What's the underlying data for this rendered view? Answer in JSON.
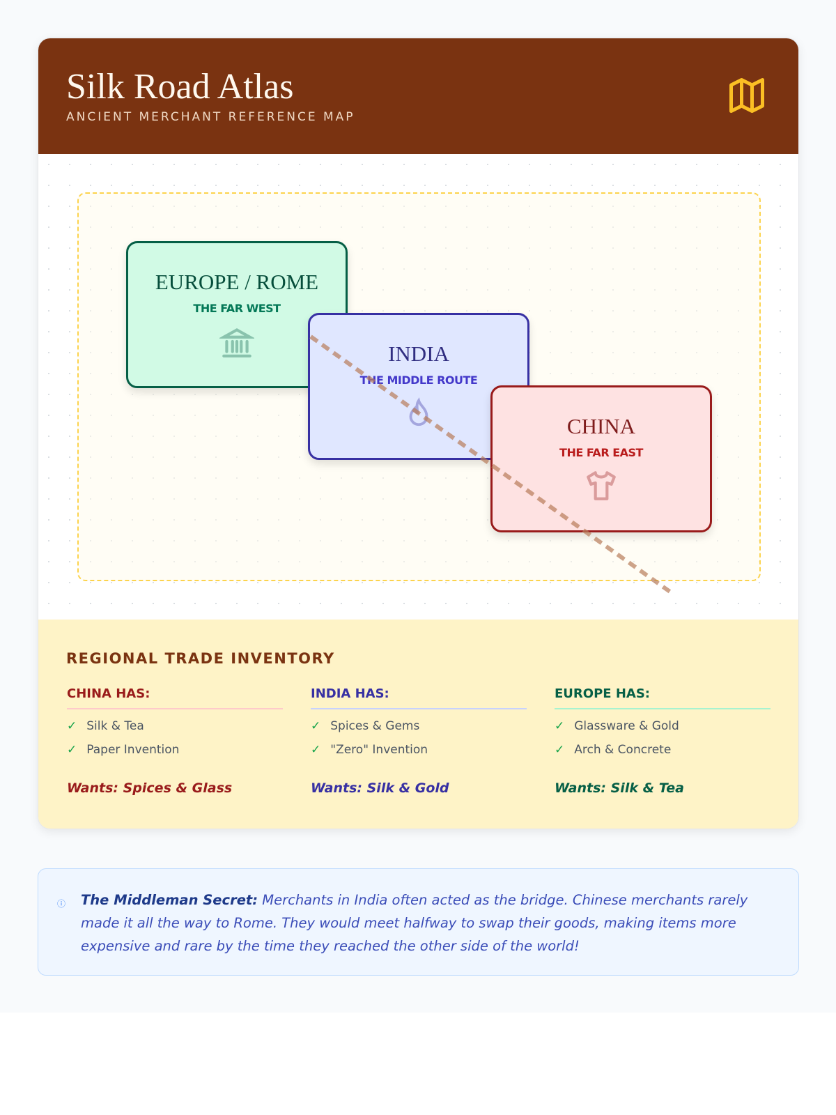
{
  "header": {
    "title": "Silk Road Atlas",
    "subtitle": "ANCIENT MERCHANT REFERENCE MAP",
    "icon": "map-icon"
  },
  "regions": [
    {
      "name": "EUROPE / ROME",
      "sub": "THE FAR WEST",
      "icon": "landmark-icon",
      "color": "#065f46",
      "bg": "#d1fae5"
    },
    {
      "name": "INDIA",
      "sub": "THE MIDDLE ROUTE",
      "icon": "flame-icon",
      "color": "#3730a3",
      "bg": "#e0e7ff"
    },
    {
      "name": "CHINA",
      "sub": "THE FAR EAST",
      "icon": "shirt-icon",
      "color": "#991b1b",
      "bg": "#fee2e2"
    }
  ],
  "inventory": {
    "title": "REGIONAL TRADE INVENTORY",
    "columns": [
      {
        "heading": "CHINA HAS:",
        "items": [
          "Silk & Tea",
          "Paper Invention"
        ],
        "wants": "Wants: Spices & Glass"
      },
      {
        "heading": "INDIA HAS:",
        "items": [
          "Spices & Gems",
          "\"Zero\" Invention"
        ],
        "wants": "Wants: Silk & Gold"
      },
      {
        "heading": "EUROPE HAS:",
        "items": [
          "Glassware & Gold",
          "Arch & Concrete"
        ],
        "wants": "Wants: Silk & Tea"
      }
    ]
  },
  "note": {
    "label": "The Middleman Secret:",
    "text": " Merchants in India often acted as the bridge. Chinese merchants rarely made it all the way to Rome. They would meet halfway to swap their goods, making items more expensive and rare by the time they reached the other side of the world!"
  }
}
